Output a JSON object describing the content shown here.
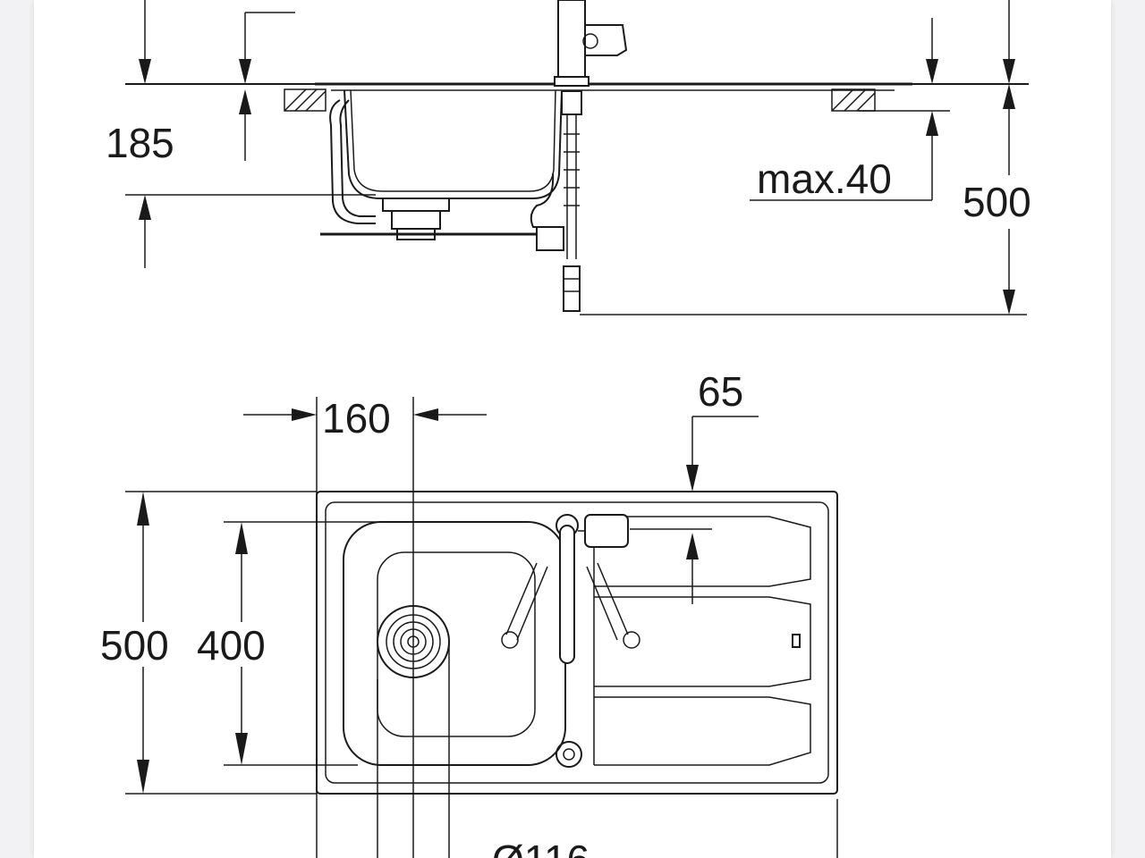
{
  "side_view": {
    "dim_185": "185",
    "dim_max40": "max.40",
    "dim_500": "500"
  },
  "top_view": {
    "dim_160": "160",
    "dim_65": "65",
    "dim_500": "500",
    "dim_400": "400",
    "dim_diameter": "Ø116"
  }
}
